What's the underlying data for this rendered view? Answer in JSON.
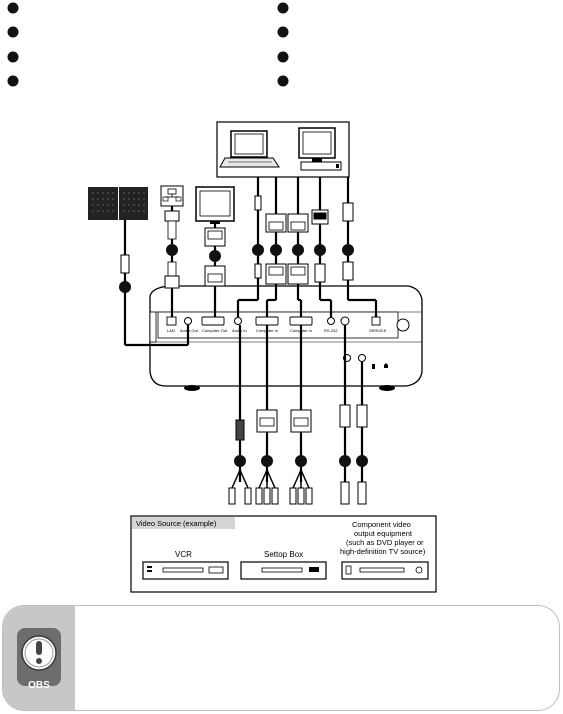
{
  "legend": {
    "bullet_rows": 4,
    "bullet_cols": 2
  },
  "ports": {
    "lan": "LAN",
    "audio_out": "Audio Out",
    "computer_out": "Computer Out",
    "audio_in": "Audio In",
    "computer_in_1": "Computer in",
    "computer_in_2": "Computer in",
    "rs232": "RS-232",
    "service": "SERVICE"
  },
  "video_source": {
    "title": "Video Source (example)",
    "vcr": "VCR",
    "settop": "Settop Box",
    "component_line1": "Component video",
    "component_line2": "output equipment",
    "component_line3": "(such as DVD player or",
    "component_line4": "high-definition TV source)"
  },
  "obs": {
    "label": "OBS",
    "icon": "exclamation-warning-icon"
  }
}
